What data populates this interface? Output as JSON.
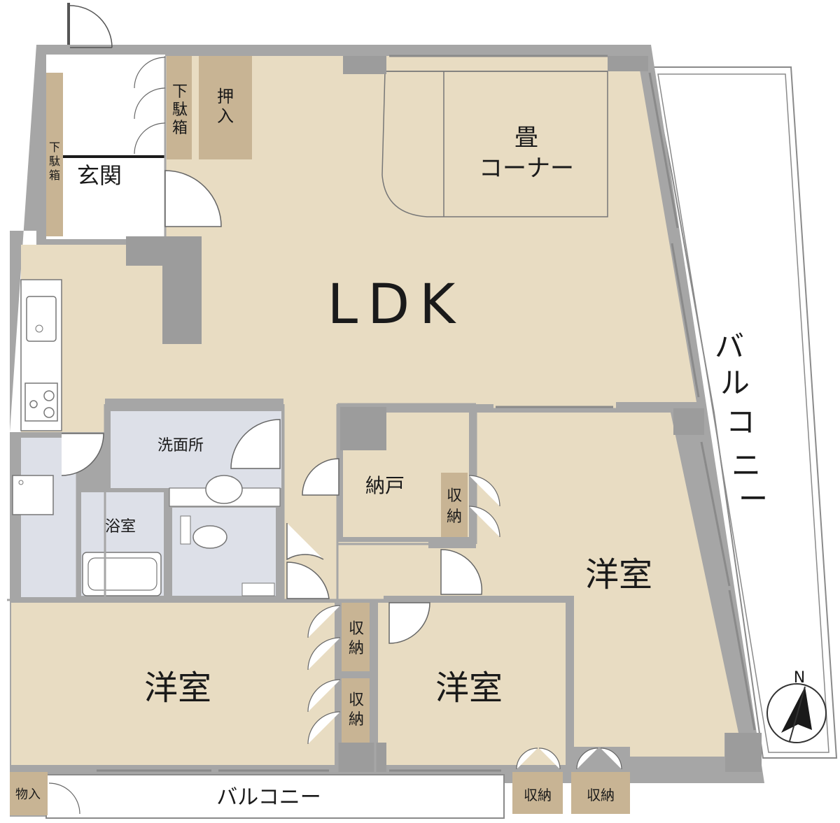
{
  "labels": {
    "ldk": "LDK",
    "tatami_line1": "畳",
    "tatami_line2": "コーナー",
    "genkan": "玄関",
    "shoe_box_large": [
      "下",
      "駄",
      "箱"
    ],
    "shoe_box_small": [
      "下",
      "駄",
      "箱"
    ],
    "oshiire": [
      "押",
      "入"
    ],
    "senmenjo": "洗面所",
    "yokushitsu": "浴室",
    "nando": "納戸",
    "closet_nando": [
      "収",
      "納"
    ],
    "yoshitsu_east": "洋室",
    "yoshitsu_sw": "洋室",
    "yoshitsu_mid": "洋室",
    "closet_mid_top": [
      "収",
      "納"
    ],
    "closet_mid_bottom": [
      "収",
      "納"
    ],
    "closet_bottom_1": "収納",
    "closet_bottom_2": "収納",
    "monoire": "物入",
    "balcony_south": "バルコニー",
    "balcony_east": [
      "バ",
      "ル",
      "コ",
      "ニ",
      "ー"
    ],
    "north": "N"
  },
  "colors": {
    "floor": "#e8dcc2",
    "wet_area": "#dde0e8",
    "storage": "#c8b494",
    "wall": "#a6a6a6",
    "pillar": "#9c9c9c",
    "balcony": "#ffffff",
    "outline": "#777777"
  }
}
